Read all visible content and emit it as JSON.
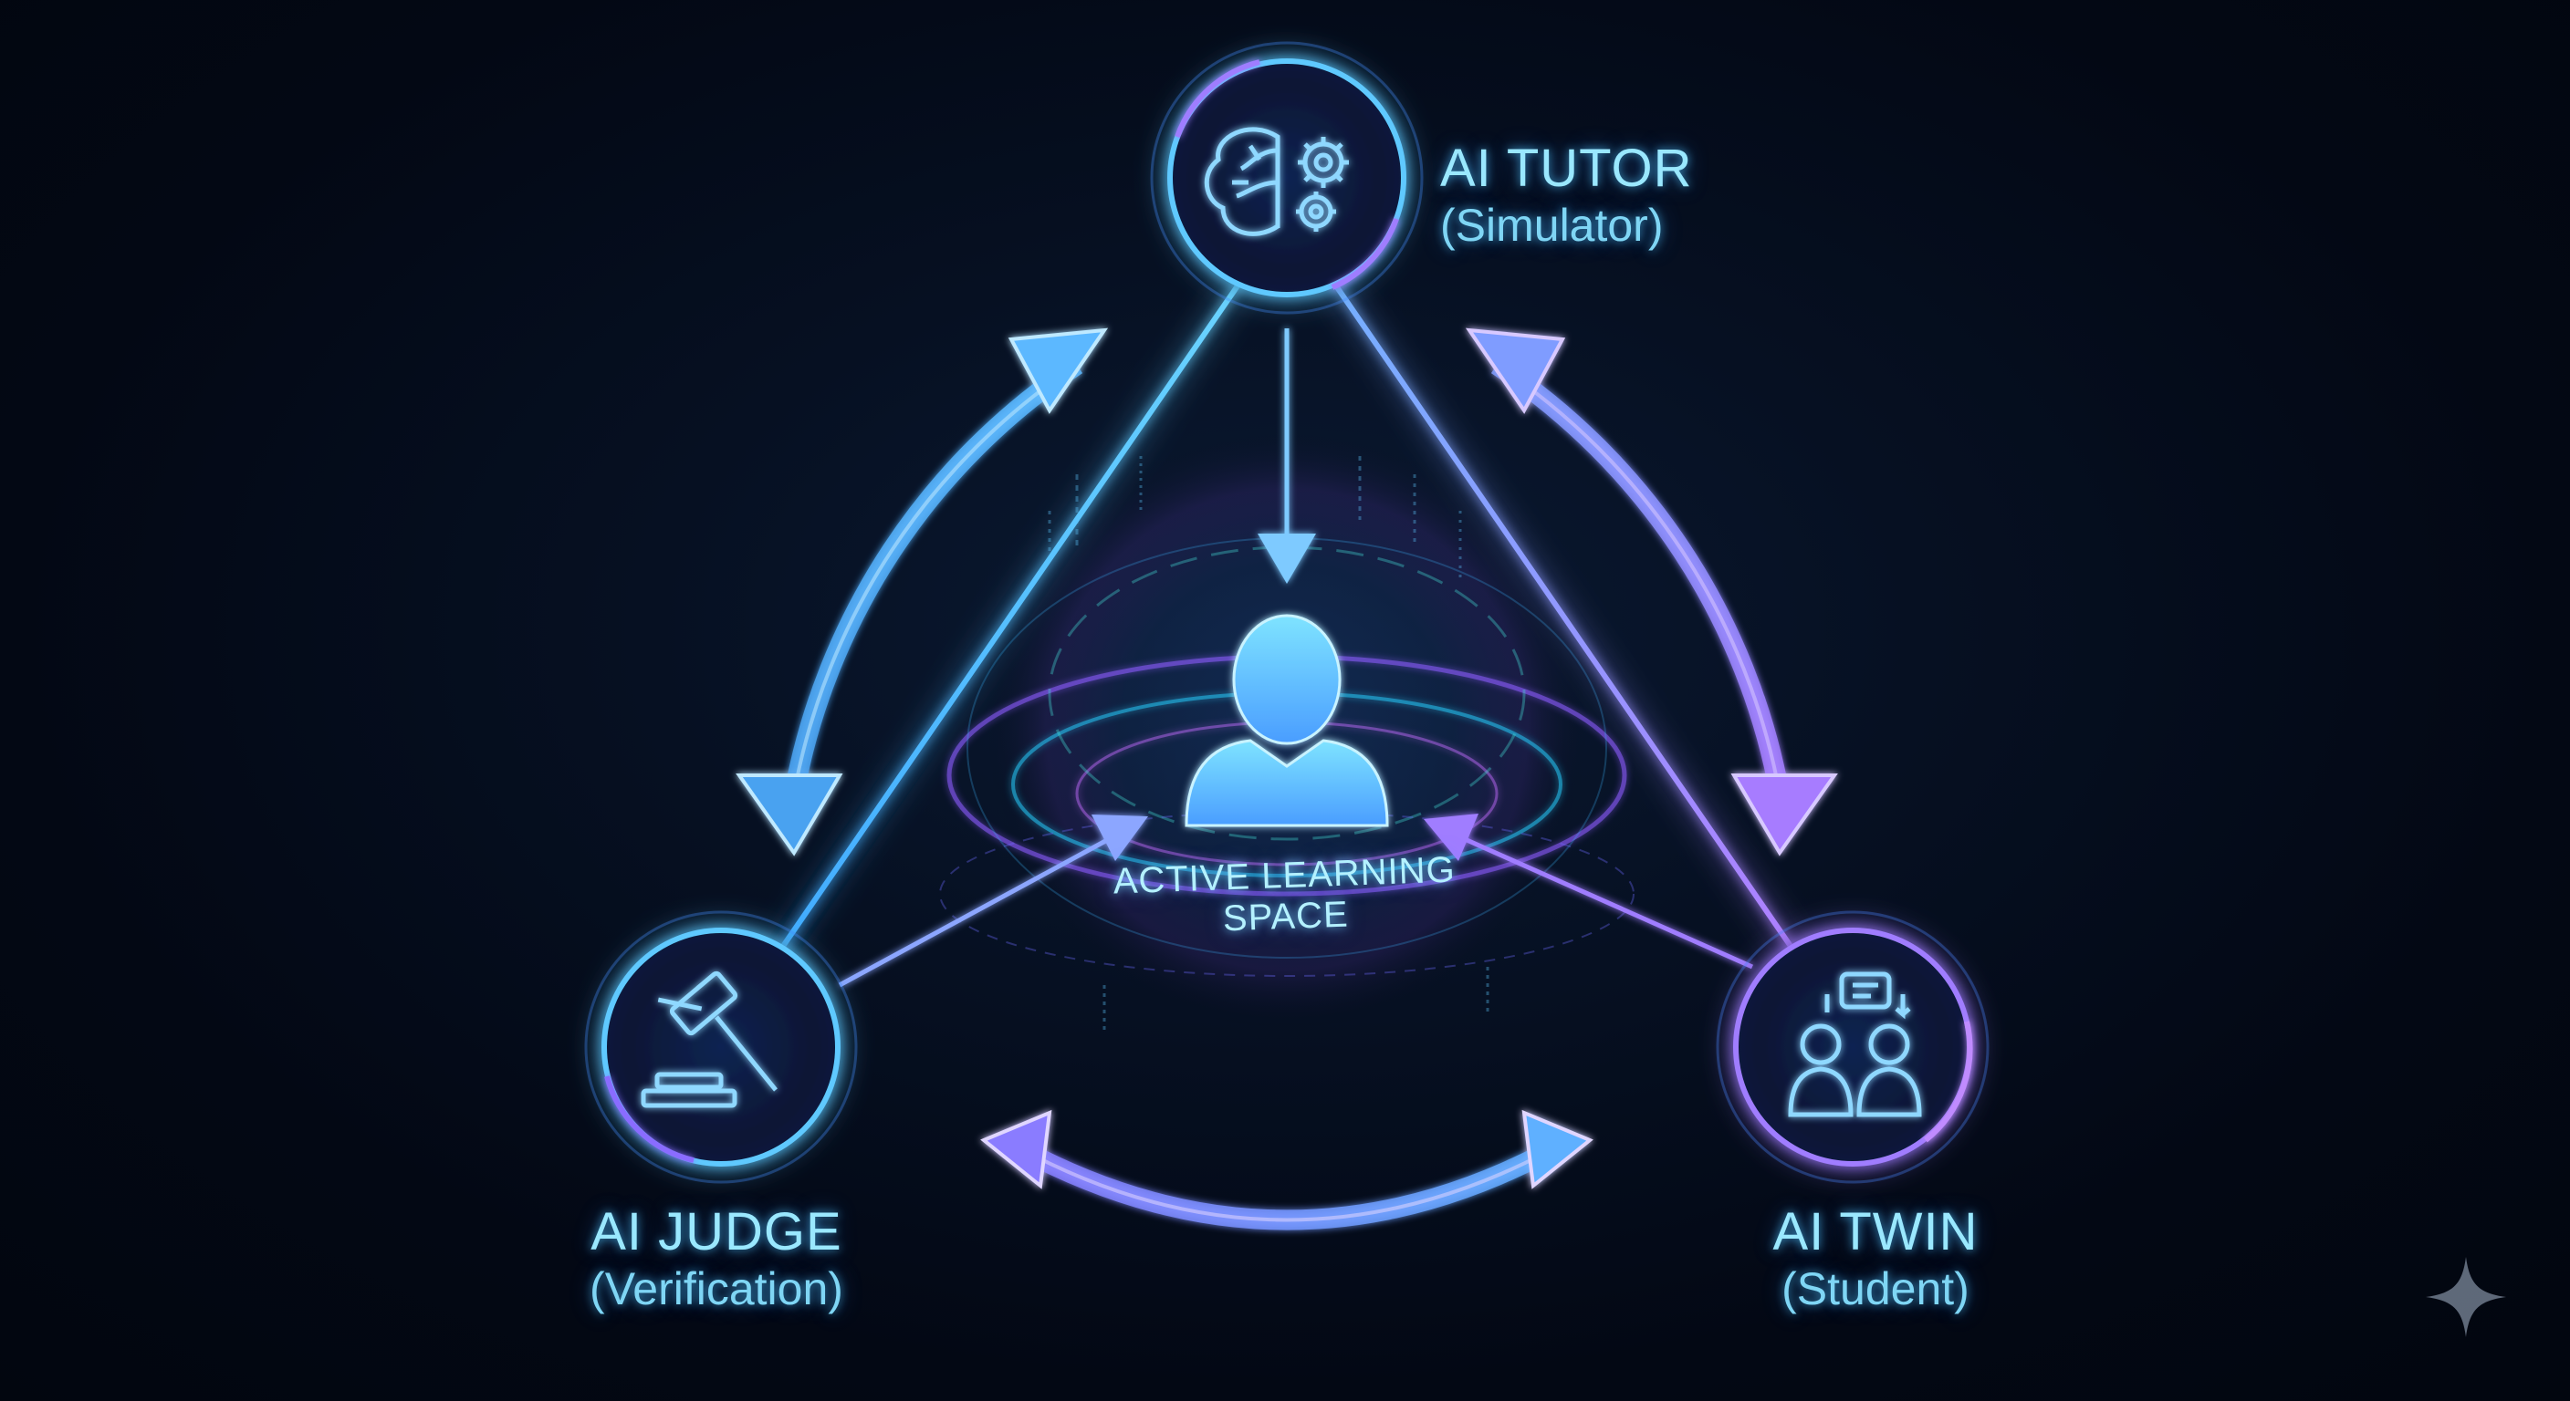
{
  "nodes": {
    "tutor": {
      "title": "AI TUTOR",
      "subtitle": "(Simulator)",
      "icon": "brain-gears-icon"
    },
    "judge": {
      "title": "AI JUDGE",
      "subtitle": "(Verification)",
      "icon": "gavel-icon"
    },
    "twin": {
      "title": "AI TWIN",
      "subtitle": "(Student)",
      "icon": "two-people-chat-icon"
    }
  },
  "center": {
    "label": "ACTIVE LEARNING SPACE",
    "icon": "person-icon"
  },
  "colors": {
    "background": "#030814",
    "cyan": "#4fd3ff",
    "blue": "#3d8bff",
    "violet": "#a97cff",
    "label": "#8fe3ff"
  }
}
